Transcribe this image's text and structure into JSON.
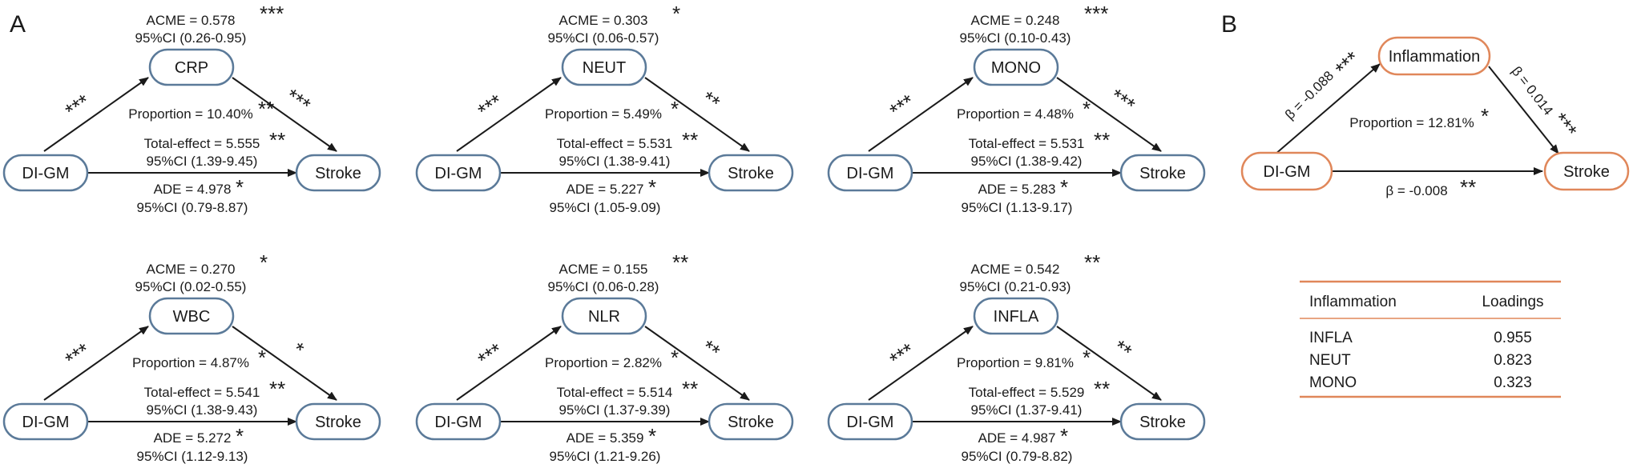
{
  "panel_a": {
    "label": "A",
    "models": [
      {
        "mediator": "CRP",
        "exposure": "DI-GM",
        "outcome": "Stroke",
        "path_a_sig": "***",
        "path_b_sig": "***",
        "acme": "ACME = 0.578",
        "acme_sig": "***",
        "acme_ci": "95%CI (0.26-0.95)",
        "proportion": "Proportion = 10.40%",
        "proportion_sig": "**",
        "total": "Total-effect = 5.555",
        "total_sig": "**",
        "total_ci": "95%CI (1.39-9.45)",
        "ade": "ADE = 4.978",
        "ade_sig": "*",
        "ade_ci": "95%CI (0.79-8.87)"
      },
      {
        "mediator": "NEUT",
        "exposure": "DI-GM",
        "outcome": "Stroke",
        "path_a_sig": "***",
        "path_b_sig": "**",
        "acme": "ACME = 0.303",
        "acme_sig": "*",
        "acme_ci": "95%CI (0.06-0.57)",
        "proportion": "Proportion = 5.49%",
        "proportion_sig": "*",
        "total": "Total-effect = 5.531",
        "total_sig": "**",
        "total_ci": "95%CI (1.38-9.41)",
        "ade": "ADE = 5.227",
        "ade_sig": "*",
        "ade_ci": "95%CI (1.05-9.09)"
      },
      {
        "mediator": "MONO",
        "exposure": "DI-GM",
        "outcome": "Stroke",
        "path_a_sig": "***",
        "path_b_sig": "***",
        "acme": "ACME = 0.248",
        "acme_sig": "***",
        "acme_ci": "95%CI (0.10-0.43)",
        "proportion": "Proportion = 4.48%",
        "proportion_sig": "*",
        "total": "Total-effect = 5.531",
        "total_sig": "**",
        "total_ci": "95%CI (1.38-9.42)",
        "ade": "ADE = 5.283",
        "ade_sig": "*",
        "ade_ci": "95%CI (1.13-9.17)"
      },
      {
        "mediator": "WBC",
        "exposure": "DI-GM",
        "outcome": "Stroke",
        "path_a_sig": "***",
        "path_b_sig": "*",
        "acme": "ACME = 0.270",
        "acme_sig": "*",
        "acme_ci": "95%CI (0.02-0.55)",
        "proportion": "Proportion = 4.87%",
        "proportion_sig": "*",
        "total": "Total-effect = 5.541",
        "total_sig": "**",
        "total_ci": "95%CI (1.38-9.43)",
        "ade": "ADE = 5.272",
        "ade_sig": "*",
        "ade_ci": "95%CI (1.12-9.13)"
      },
      {
        "mediator": "NLR",
        "exposure": "DI-GM",
        "outcome": "Stroke",
        "path_a_sig": "***",
        "path_b_sig": "**",
        "acme": "ACME = 0.155",
        "acme_sig": "**",
        "acme_ci": "95%CI (0.06-0.28)",
        "proportion": "Proportion = 2.82%",
        "proportion_sig": "*",
        "total": "Total-effect = 5.514",
        "total_sig": "**",
        "total_ci": "95%CI (1.37-9.39)",
        "ade": "ADE = 5.359",
        "ade_sig": "*",
        "ade_ci": "95%CI (1.21-9.26)"
      },
      {
        "mediator": "INFLA",
        "exposure": "DI-GM",
        "outcome": "Stroke",
        "path_a_sig": "***",
        "path_b_sig": "**",
        "acme": "ACME = 0.542",
        "acme_sig": "**",
        "acme_ci": "95%CI (0.21-0.93)",
        "proportion": "Proportion = 9.81%",
        "proportion_sig": "*",
        "total": "Total-effect = 5.529",
        "total_sig": "**",
        "total_ci": "95%CI (1.37-9.41)",
        "ade": "ADE = 4.987",
        "ade_sig": "*",
        "ade_ci": "95%CI (0.79-8.82)"
      }
    ]
  },
  "panel_b": {
    "label": "B",
    "exposure": "DI-GM",
    "mediator": "Inflammation",
    "outcome": "Stroke",
    "path_a": "β = -0.088",
    "path_a_sig": "***",
    "path_b": "β = 0.014",
    "path_b_sig": "***",
    "path_c": "β = -0.008",
    "path_c_sig": "**",
    "proportion": "Proportion = 12.81%",
    "proportion_sig": "*",
    "table": {
      "headers": [
        "Inflammation",
        "Loadings"
      ],
      "rows": [
        [
          "INFLA",
          "0.955"
        ],
        [
          "NEUT",
          "0.823"
        ],
        [
          "MONO",
          "0.323"
        ]
      ]
    }
  },
  "colors": {
    "panel_a_node_border": "#5b7a99",
    "panel_b_node_border": "#e0875a",
    "table_rule": "#e0875a",
    "arrow": "#1a1a1a",
    "text": "#1a1a1a"
  }
}
